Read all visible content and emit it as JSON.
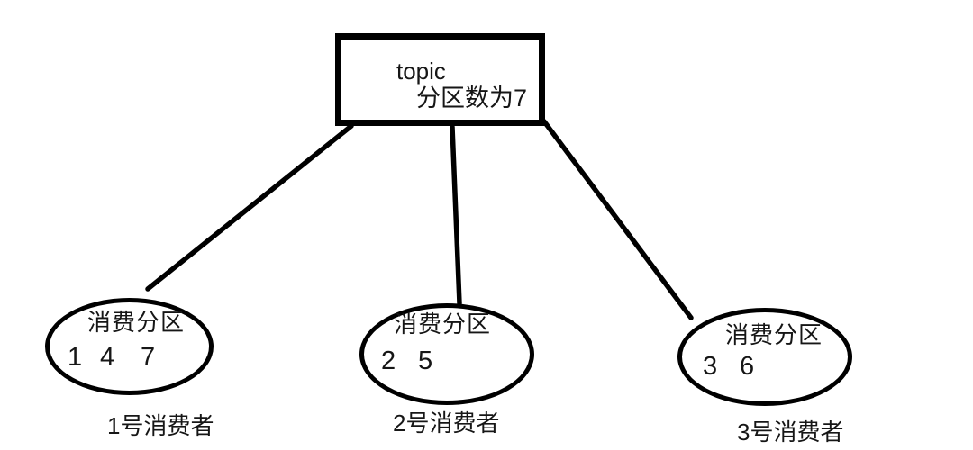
{
  "topic": {
    "title": "topic",
    "subtitle": "分区数为7"
  },
  "consumers": [
    {
      "group_label": "消费分区",
      "partitions": [
        "1",
        "4",
        "7"
      ],
      "name": "1号消费者"
    },
    {
      "group_label": "消费分区",
      "partitions": [
        "2",
        "5"
      ],
      "name": "2号消费者"
    },
    {
      "group_label": "消费分区",
      "partitions": [
        "3",
        "6"
      ],
      "name": "3号消费者"
    }
  ],
  "colors": {
    "stroke": "#000000",
    "text": "#161616",
    "background": "#ffffff"
  }
}
